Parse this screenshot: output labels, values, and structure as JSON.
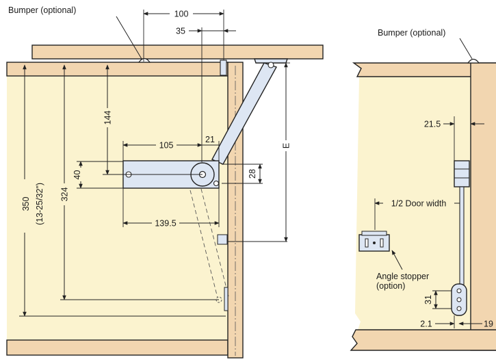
{
  "left_view": {
    "bumper_label": "Bumper (optional)",
    "dims": {
      "d100": "100",
      "d35": "35",
      "d144": "144",
      "d105": "105",
      "d21": "21",
      "d40": "40",
      "d28": "28",
      "d139_5": "139.5",
      "d324": "324",
      "d350": "350",
      "d350_inch": "(13-25/32\")",
      "dE": "E"
    }
  },
  "right_view": {
    "bumper_label": "Bumper (optional)",
    "half_door_label": "1/2 Door width",
    "angle_stopper_line1": "Angle stopper",
    "angle_stopper_line2": "(option)",
    "dims": {
      "d21_5": "21.5",
      "d31": "31",
      "d2_1": "2.1",
      "d19": "19"
    }
  },
  "colors": {
    "cabinet_interior": "#fbf3cf",
    "wood": "#f2d6b0",
    "metal": "#dde6f3",
    "line": "#222222"
  }
}
